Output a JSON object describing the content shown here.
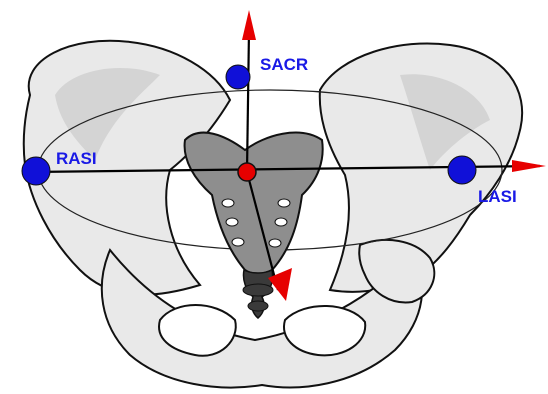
{
  "markers": {
    "sacr": {
      "label": "SACR"
    },
    "rasi": {
      "label": "RASI"
    },
    "lasi": {
      "label": "LASI"
    }
  },
  "colors": {
    "bone": "#e9e9e9",
    "bone_shade": "#d4d4d4",
    "outline": "#111111",
    "sacrum": "#8e8e8e",
    "coccyx": "#3a3a3a",
    "marker": "#1010d8",
    "axis": "#e60000",
    "label": "#1a1ae6"
  }
}
